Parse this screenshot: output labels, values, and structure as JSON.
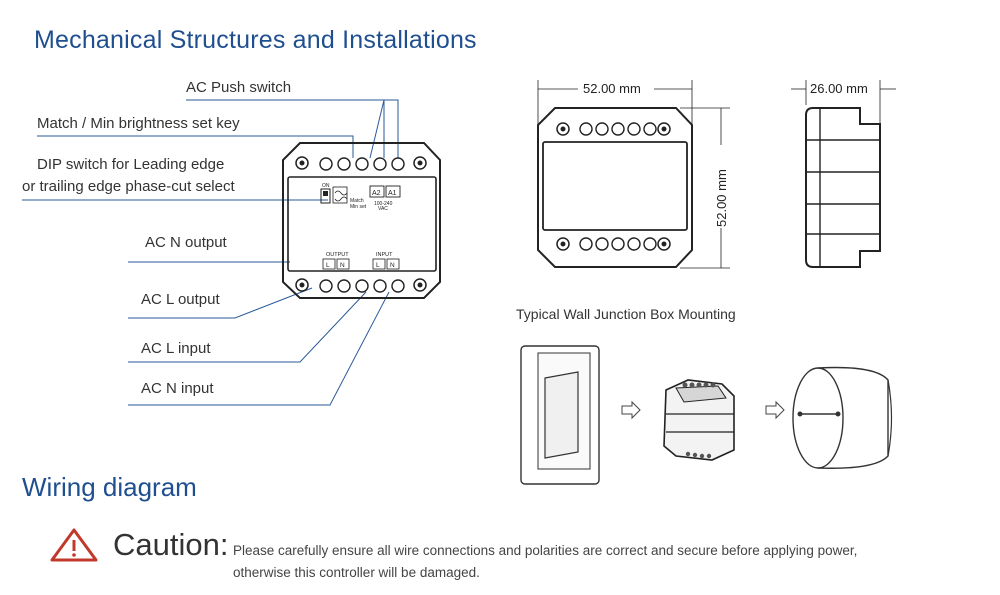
{
  "title": "Mechanical Structures and Installations",
  "callouts": {
    "ac_push_switch": "AC Push switch",
    "match_key": "Match / Min brightness set key",
    "dip_line1": "DIP switch for Leading edge",
    "dip_line2": "or trailing edge phase-cut select",
    "ac_n_output": "AC N output",
    "ac_l_output": "AC L output",
    "ac_l_input": "AC L input",
    "ac_n_input": "AC N input"
  },
  "device_labels": {
    "a2": "A2",
    "a1": "A1",
    "on": "ON",
    "match": "Match",
    "min_set": "Min set",
    "voltage": "100-240",
    "vac": "VAC",
    "output": "OUTPUT",
    "input": "INPUT",
    "l": "L",
    "n": "N"
  },
  "dimensions": {
    "width": "52.00 mm",
    "height": "52.00 mm",
    "depth": "26.00 mm"
  },
  "mounting_title": "Typical Wall Junction Box Mounting",
  "wiring_title": "Wiring diagram",
  "caution": {
    "word": "Caution:",
    "line1": "Please carefully ensure all wire connections and polarities are correct and secure before applying power,",
    "line2": "otherwise this controller will be damaged."
  },
  "colors": {
    "heading": "#1f4f8f",
    "leader": "#2a5a9a",
    "caution_icon": "#c0392b"
  }
}
